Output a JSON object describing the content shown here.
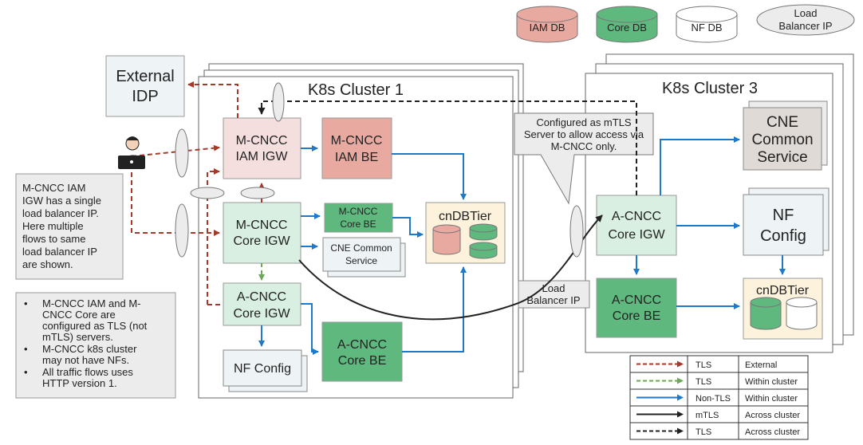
{
  "legend_top": {
    "iam_db": "IAM DB",
    "core_db": "Core DB",
    "nf_db": "NF DB",
    "lb_ip_line1": "Load",
    "lb_ip_line2": "Balancer IP"
  },
  "external_idp": {
    "line1": "External",
    "line2": "IDP"
  },
  "cluster1": {
    "title": "K8s Cluster 1",
    "mcncc_iam_igw": {
      "line1": "M-CNCC",
      "line2": "IAM IGW"
    },
    "mcncc_iam_be": {
      "line1": "M-CNCC",
      "line2": "IAM BE"
    },
    "mcncc_core_igw": {
      "line1": "M-CNCC",
      "line2": "Core IGW"
    },
    "mcncc_core_be": {
      "line1": "M-CNCC",
      "line2": "Core BE"
    },
    "cne_common": {
      "line1": "CNE Common",
      "line2": "Service"
    },
    "cndbtier": "cnDBTier",
    "acncc_core_igw": {
      "line1": "A-CNCC",
      "line2": "Core IGW"
    },
    "acncc_core_be": {
      "line1": "A-CNCC",
      "line2": "Core BE"
    },
    "nf_config": "NF Config"
  },
  "cluster3": {
    "title": "K8s Cluster 3",
    "cne_common": {
      "line1": "CNE",
      "line2": "Common",
      "line3": "Service"
    },
    "nf_config": {
      "line1": "NF",
      "line2": "Config"
    },
    "acncc_core_igw": {
      "line1": "A-CNCC",
      "line2": "Core IGW"
    },
    "acncc_core_be": {
      "line1": "A-CNCC",
      "line2": "Core BE"
    },
    "cndbtier": "cnDBTier"
  },
  "callout": {
    "line1": "Configured as mTLS",
    "line2": "Server to allow access via",
    "line3": "M-CNCC only."
  },
  "lb_label": {
    "line1": "Load",
    "line2": "Balancer IP"
  },
  "note1": {
    "lines": [
      "M-CNCC IAM",
      "IGW has a single",
      "load balancer IP.",
      "Here multiple",
      "flows to same",
      "load balancer IP",
      "are shown."
    ]
  },
  "note2": {
    "bullets": [
      {
        "lines": [
          "M-CNCC IAM and M-",
          "CNCC Core are",
          "configured as TLS (not",
          "mTLS) servers."
        ]
      },
      {
        "lines": [
          "M-CNCC k8s cluster",
          "may not have NFs."
        ]
      },
      {
        "lines": [
          "All traffic flows uses",
          "HTTP version 1."
        ]
      }
    ]
  },
  "legend": {
    "rows": [
      {
        "protocol": "TLS",
        "scope": "External",
        "color": "#a33a2a",
        "style": "dashed"
      },
      {
        "protocol": "TLS",
        "scope": "Within cluster",
        "color": "#6da85a",
        "style": "dashed"
      },
      {
        "protocol": "Non-TLS",
        "scope": "Within cluster",
        "color": "#1f78c8",
        "style": "solid"
      },
      {
        "protocol": "mTLS",
        "scope": "Across cluster",
        "color": "#222222",
        "style": "solid"
      },
      {
        "protocol": "TLS",
        "scope": "Across cluster",
        "color": "#222222",
        "style": "dashed"
      }
    ]
  },
  "colors": {
    "red_dashed": "#a33a2a",
    "green_dashed": "#6da85a",
    "blue": "#1f78c8",
    "iam_be": "#e8aaa0",
    "iam_igw": "#f5dede",
    "core_be": "#5fb87e",
    "igw_green": "#d8efe2",
    "nf_config": "#eef3f6",
    "cndb": "#fdf2dc",
    "note": "#ececec"
  }
}
